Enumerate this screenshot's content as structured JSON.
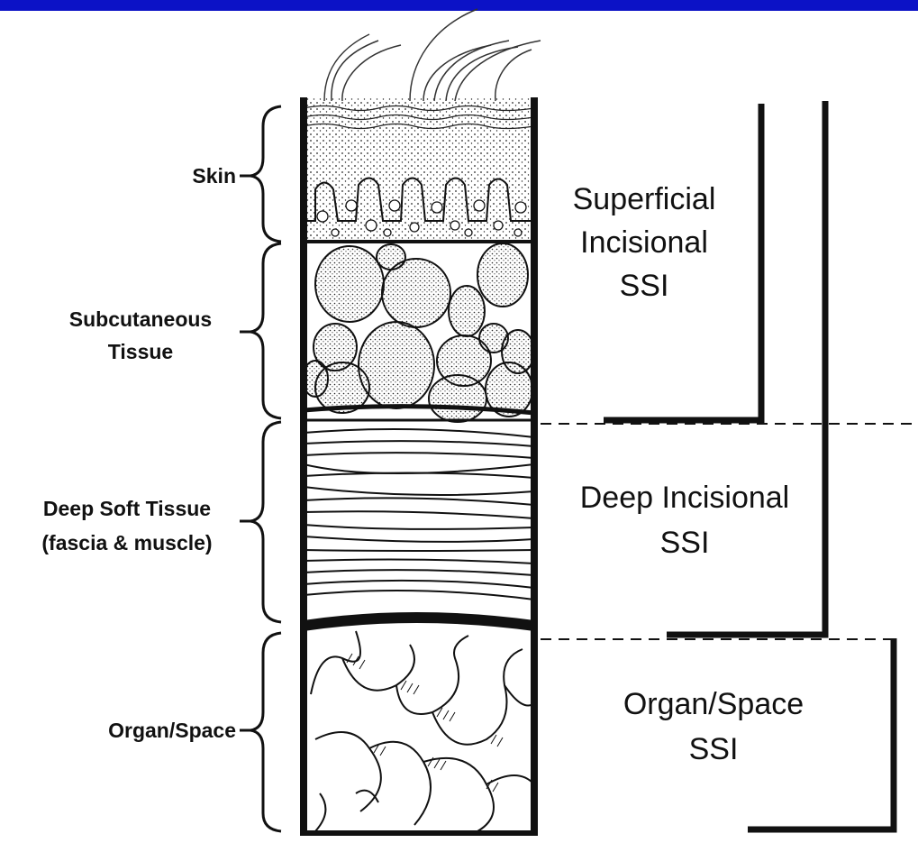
{
  "labels": {
    "skin": "Skin",
    "subcutaneous_1": "Subcutaneous",
    "subcutaneous_2": "Tissue",
    "deep_soft_1": "Deep Soft Tissue",
    "deep_soft_2": "(fascia & muscle)",
    "organ_space": "Organ/Space"
  },
  "classifications": {
    "superficial_1": "Superficial",
    "superficial_2": "Incisional",
    "superficial_3": "SSI",
    "deep_1": "Deep Incisional",
    "deep_2": "SSI",
    "organ_1": "Organ/Space",
    "organ_2": "SSI"
  },
  "colors": {
    "banner": "#0c12c6",
    "ink": "#111111"
  }
}
